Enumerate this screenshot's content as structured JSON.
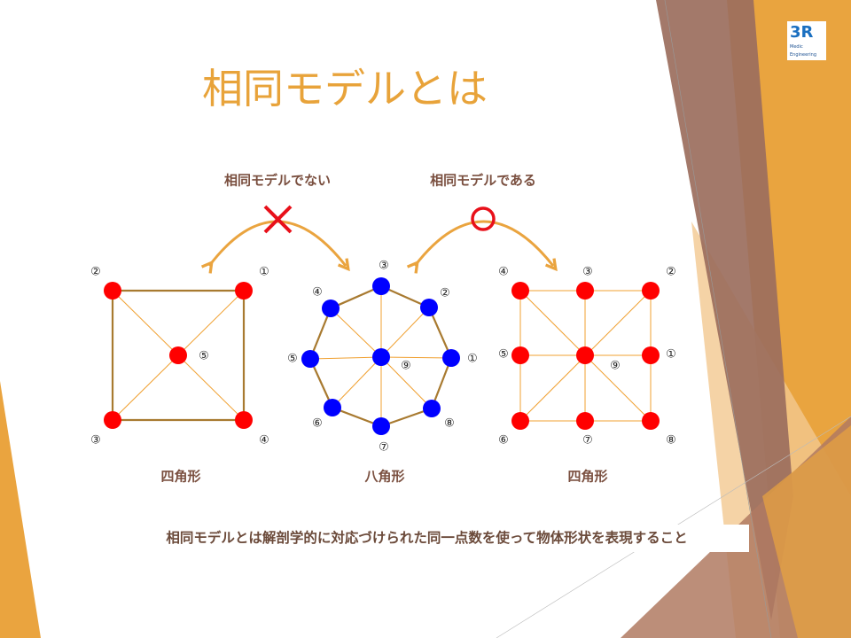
{
  "slide": {
    "title": "相同モデルとは",
    "logo": {
      "text": "3R",
      "subtext": "Medic Engineering"
    },
    "headers": {
      "not_homologous": "相同モデルでない",
      "homologous": "相同モデルである"
    },
    "marks": {
      "not_homologous": "cross-mark",
      "homologous": "circle-mark"
    },
    "captions": [
      "四角形",
      "八角形",
      "四角形"
    ],
    "summary": "相同モデルとは解剖学的に対応づけられた同一点数を使って物体形状を表現すること",
    "shapes": [
      {
        "name": "square",
        "node_color": "#ff0000",
        "labels": [
          "①",
          "②",
          "③",
          "④",
          "⑤"
        ]
      },
      {
        "name": "octagon",
        "node_color": "#0000ff",
        "labels": [
          "①",
          "②",
          "③",
          "④",
          "⑤",
          "⑥",
          "⑦",
          "⑧",
          "⑨"
        ]
      },
      {
        "name": "grid-square",
        "node_color": "#ff0000",
        "labels": [
          "①",
          "②",
          "③",
          "④",
          "⑤",
          "⑥",
          "⑦",
          "⑧",
          "⑨"
        ]
      }
    ],
    "colors": {
      "accent": "#e8a33a",
      "text": "#7a4f3f",
      "edge": "#a87a30",
      "inner_edge": "#f0a030"
    }
  }
}
